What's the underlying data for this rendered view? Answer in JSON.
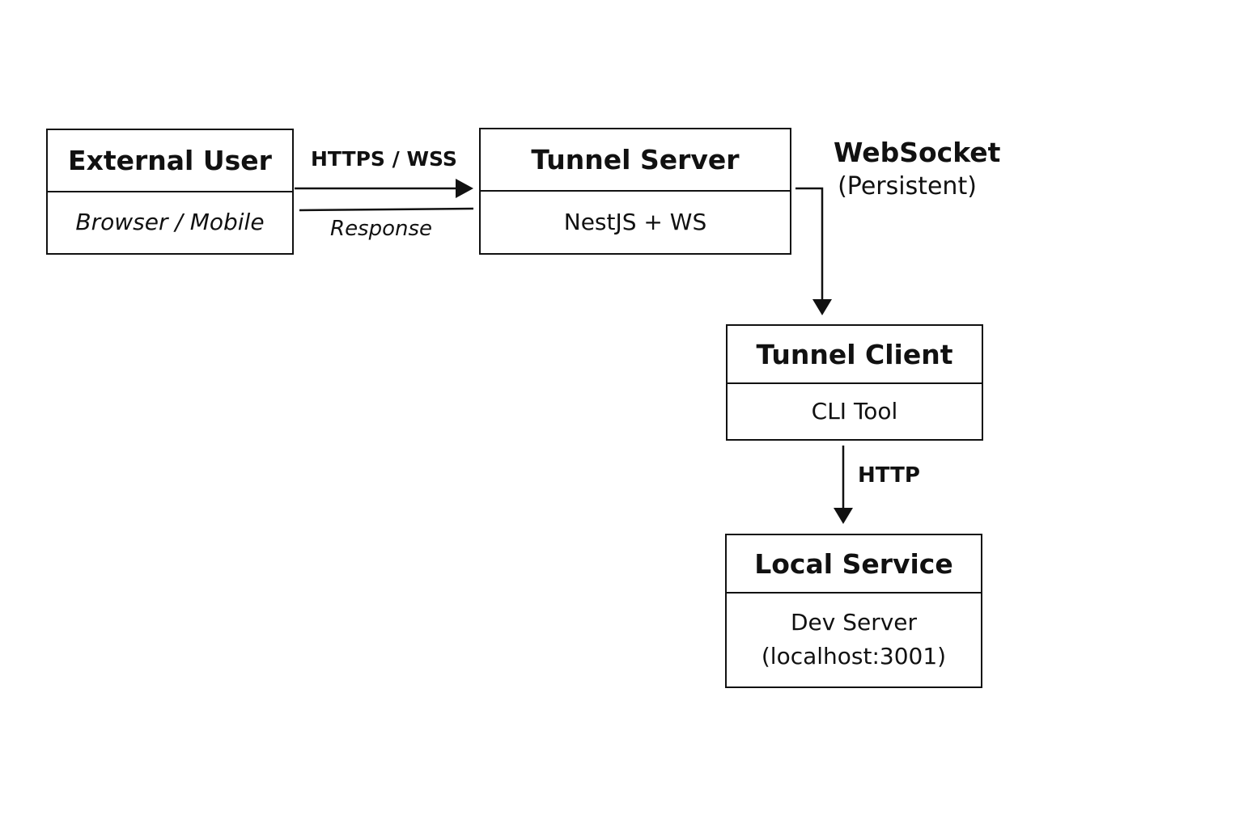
{
  "nodes": {
    "external_user": {
      "title": "External User",
      "subtitle": "Browser / Mobile"
    },
    "tunnel_server": {
      "title": "Tunnel Server",
      "subtitle": "NestJS + WS"
    },
    "tunnel_client": {
      "title": "Tunnel Client",
      "subtitle": "CLI Tool"
    },
    "local_service": {
      "title": "Local Service",
      "subtitle_line1": "Dev Server",
      "subtitle_line2": "(localhost:3001)"
    }
  },
  "edges": {
    "request": "HTTPS / WSS",
    "response": "Response",
    "websocket": "WebSocket",
    "websocket_note": "(Persistent)",
    "http": "HTTP"
  },
  "colors": {
    "stroke": "#111111",
    "background": "#ffffff"
  }
}
